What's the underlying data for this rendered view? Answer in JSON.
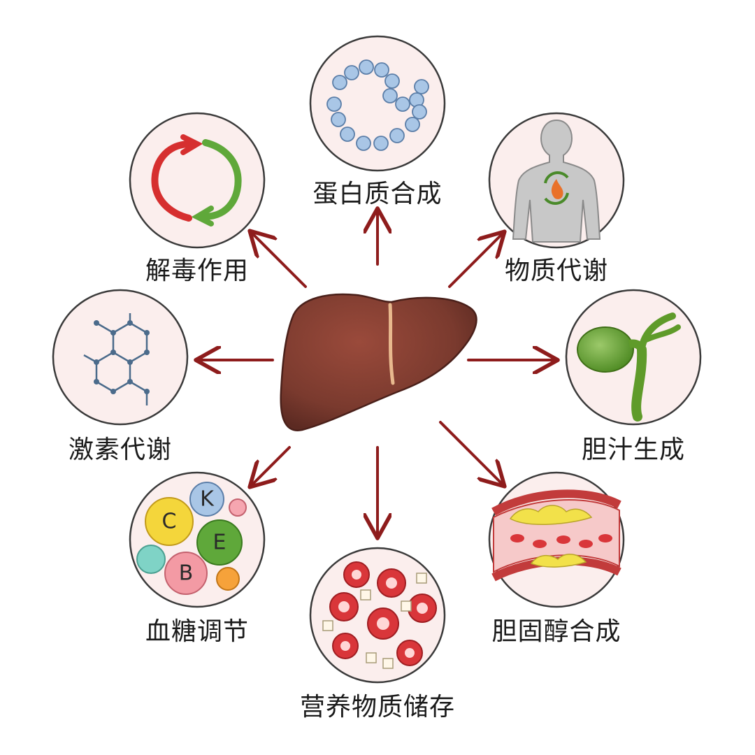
{
  "center": {
    "name": "liver"
  },
  "functions": [
    {
      "id": "protein",
      "label": "蛋白质合成",
      "icon": "protein-chain-icon"
    },
    {
      "id": "metabolism",
      "label": "物质代谢",
      "icon": "body-metabolism-icon"
    },
    {
      "id": "bile",
      "label": "胆汁生成",
      "icon": "gallbladder-icon"
    },
    {
      "id": "cholesterol",
      "label": "胆固醇合成",
      "icon": "artery-plaque-icon"
    },
    {
      "id": "storage",
      "label": "营养物质储存",
      "icon": "blood-cells-icon"
    },
    {
      "id": "glucose",
      "label": "血糖调节",
      "icon": "vitamin-balls-icon"
    },
    {
      "id": "hormone",
      "label": "激素代谢",
      "icon": "molecule-hexagon-icon"
    },
    {
      "id": "detox",
      "label": "解毒作用",
      "icon": "cycle-arrows-icon"
    }
  ],
  "vitamins": [
    "C",
    "K",
    "E",
    "B"
  ],
  "colors": {
    "arrow": "#8e1c1c",
    "circle_fill": "#fbeeed",
    "circle_stroke": "#3a3a3a",
    "liver": "#7a3a2e",
    "bile_green": "#5f9b2a",
    "protein_blue": "#a9c6e6"
  }
}
